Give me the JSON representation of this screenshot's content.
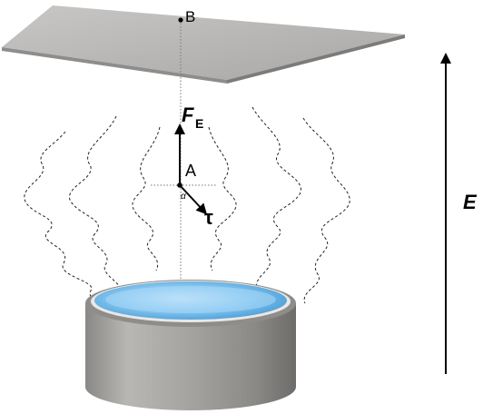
{
  "labels": {
    "point_b": "B",
    "point_a": "A",
    "force_main": "F",
    "force_sub": "E",
    "alpha": "α",
    "tau": "τ",
    "field": "E"
  },
  "colors": {
    "plate_top": "#b6b4b2",
    "plate_edge": "#8a8886",
    "cylinder_body": "#9e9c99",
    "liquid": "#7fc2ee",
    "ink": "#000000"
  }
}
